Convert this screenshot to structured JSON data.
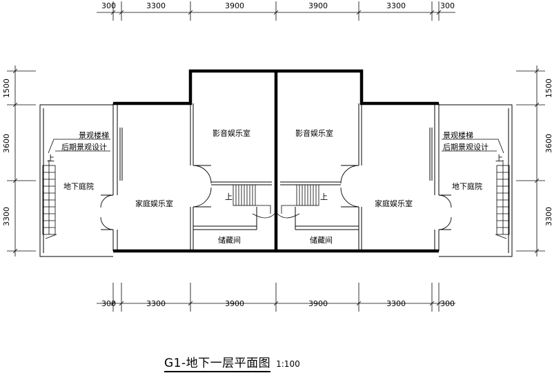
{
  "dimensions": {
    "top": [
      "300",
      "3300",
      "3900",
      "3900",
      "3300",
      "300"
    ],
    "bottom": [
      "300",
      "3300",
      "3900",
      "3900",
      "3300",
      "300"
    ],
    "left": [
      "1500",
      "3600",
      "3300"
    ],
    "right": [
      "1500",
      "3600",
      "3300"
    ]
  },
  "rooms": {
    "av_room_left": "影音娱乐室",
    "av_room_right": "影音娱乐室",
    "family_room_left": "家庭娱乐室",
    "family_room_right": "家庭娱乐室",
    "storage_left": "储藏间",
    "storage_right": "储藏间",
    "courtyard_left": "地下庭院",
    "courtyard_right": "地下庭院"
  },
  "notes": {
    "landscape_stair_left": "景观楼梯",
    "later_design_left": "后期景观设计",
    "landscape_stair_right": "景观楼梯",
    "later_design_right": "后期景观设计"
  },
  "stair_marks": {
    "left_outer": "上",
    "left_inner": "上",
    "right_inner": "上",
    "right_outer": "上"
  },
  "title": {
    "main": "G1-地下一层平面图",
    "scale": "1:100"
  }
}
